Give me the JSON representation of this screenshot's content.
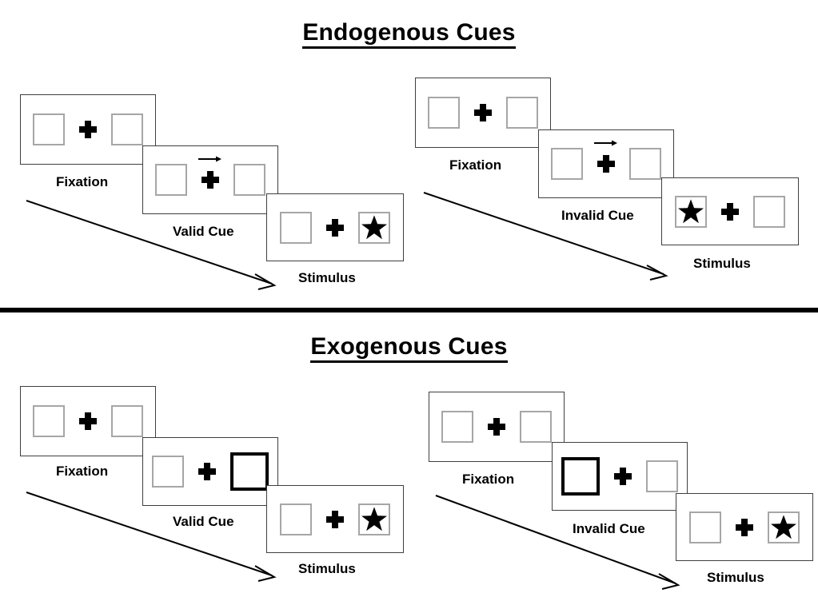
{
  "sections": [
    {
      "title": "Endogenous Cues",
      "cue_type": "arrow",
      "sequences": [
        {
          "validity": "valid",
          "frames": [
            {
              "label": "Fixation",
              "cue": "none",
              "cued_side": "none",
              "target_side": "none"
            },
            {
              "label": "Valid Cue",
              "cue": "arrow-right",
              "cued_side": "right",
              "target_side": "none"
            },
            {
              "label": "Stimulus",
              "cue": "none",
              "cued_side": "none",
              "target_side": "right"
            }
          ]
        },
        {
          "validity": "invalid",
          "frames": [
            {
              "label": "Fixation",
              "cue": "none",
              "cued_side": "none",
              "target_side": "none"
            },
            {
              "label": "Invalid Cue",
              "cue": "arrow-right",
              "cued_side": "right",
              "target_side": "none"
            },
            {
              "label": "Stimulus",
              "cue": "none",
              "cued_side": "none",
              "target_side": "left"
            }
          ]
        }
      ]
    },
    {
      "title": "Exogenous Cues",
      "cue_type": "box-flash",
      "sequences": [
        {
          "validity": "valid",
          "frames": [
            {
              "label": "Fixation",
              "cue": "none",
              "cued_side": "none",
              "target_side": "none"
            },
            {
              "label": "Valid Cue",
              "cue": "box-highlight",
              "cued_side": "right",
              "target_side": "none"
            },
            {
              "label": "Stimulus",
              "cue": "none",
              "cued_side": "none",
              "target_side": "right"
            }
          ]
        },
        {
          "validity": "invalid",
          "frames": [
            {
              "label": "Fixation",
              "cue": "none",
              "cued_side": "none",
              "target_side": "none"
            },
            {
              "label": "Invalid Cue",
              "cue": "box-highlight",
              "cued_side": "left",
              "target_side": "none"
            },
            {
              "label": "Stimulus",
              "cue": "none",
              "cued_side": "none",
              "target_side": "right"
            }
          ]
        }
      ]
    }
  ],
  "icons": {
    "fixation_cross": "plus-cross-icon",
    "target": "star-icon",
    "cue_arrow": "arrow-right-icon",
    "time_arrow": "time-progression-arrow-icon"
  },
  "colors": {
    "ink": "#000000",
    "panel_border": "#3f3f3f",
    "box_border": "#a6a6a6",
    "cued_box_border": "#000000",
    "background": "#ffffff"
  }
}
